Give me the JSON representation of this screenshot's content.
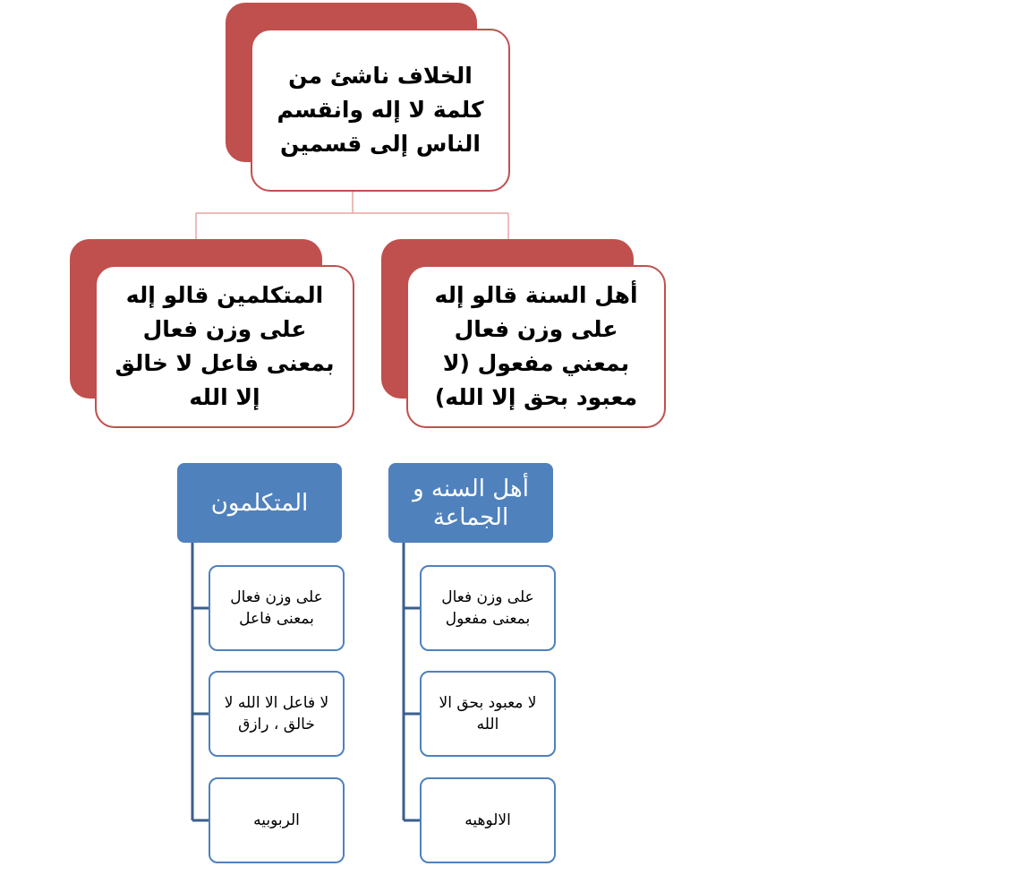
{
  "colors": {
    "red_accent": "#c0504d",
    "blue_accent": "#4f81bd",
    "blue_line": "#3a5f8c"
  },
  "top": {
    "text": "الخلاف ناشئ من كلمة لا إله وانقسم الناس إلى قسمين"
  },
  "right_box": {
    "text": "أهل السنة قالو إله على وزن فعال بمعني مفعول (لا معبود بحق إلا الله)"
  },
  "left_box": {
    "text": "المتكلمين قالو إله على وزن فعال بمعنى فاعل لا خالق إلا الله"
  },
  "right_list": {
    "header": "أهل السنه و الجماعة",
    "items": [
      "على وزن فعال بمعنى مفعول",
      "لا معبود بحق الا الله",
      "الالوهيه"
    ]
  },
  "left_list": {
    "header": "المتكلمون",
    "items": [
      "على وزن فعال بمعنى فاعل",
      "لا فاعل الا الله لا خالق ، رازق",
      "الربوبيه"
    ]
  }
}
